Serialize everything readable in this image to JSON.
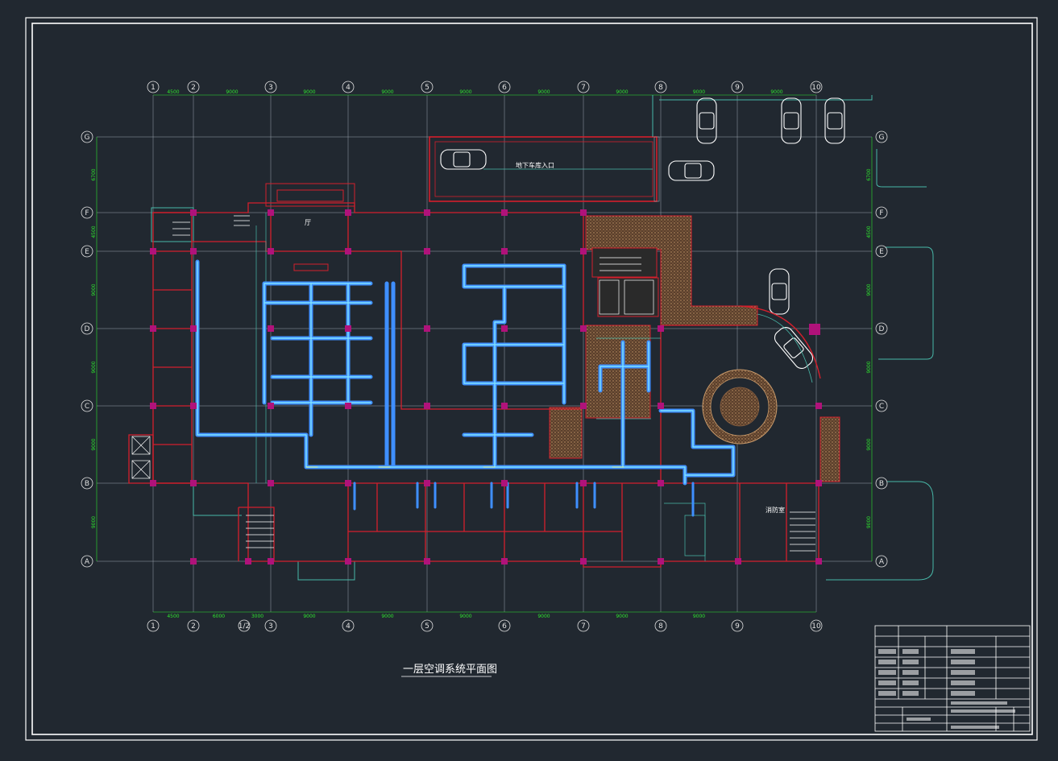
{
  "drawing": {
    "title": "一层空调系统平面图",
    "grid_top": [
      "1",
      "2",
      "3",
      "4",
      "5",
      "6",
      "7",
      "8",
      "9",
      "10"
    ],
    "grid_bottom": [
      "1",
      "2",
      "3",
      "4",
      "5",
      "6",
      "7",
      "8",
      "9",
      "10"
    ],
    "grid_bottom_extra": "1/2",
    "grid_left": [
      "G",
      "F",
      "E",
      "D",
      "C",
      "B",
      "A"
    ],
    "grid_right": [
      "G",
      "F",
      "E",
      "D",
      "C",
      "B",
      "A"
    ],
    "dims_top": [
      "4500",
      "9000",
      "9000",
      "9000",
      "9000",
      "9000",
      "9000",
      "9000",
      "9000"
    ],
    "dims_bottom": [
      "4500",
      "6000",
      "3000",
      "9000",
      "9000",
      "9000",
      "9000",
      "9000",
      "9000"
    ],
    "dims_left": [
      "6700",
      "4500",
      "9000",
      "9000",
      "9000",
      "9000"
    ],
    "dims_right": [
      "6700",
      "4500",
      "9000",
      "9000",
      "9000",
      "9000"
    ],
    "rooms": {
      "garage_entrance": "地下车库入口",
      "room_f": "厅",
      "room_b": "消防室"
    }
  },
  "colors": {
    "background": "#212830",
    "frame": "#ffffff",
    "grid": "#9aa3ad",
    "wall": "#d41f2c",
    "column": "#b0127a",
    "duct": "#3f8fff",
    "duct_core": "#7fe0ff",
    "dimension": "#2ee62e",
    "outline": "#48b8a8",
    "hatch": "#8a6040"
  }
}
